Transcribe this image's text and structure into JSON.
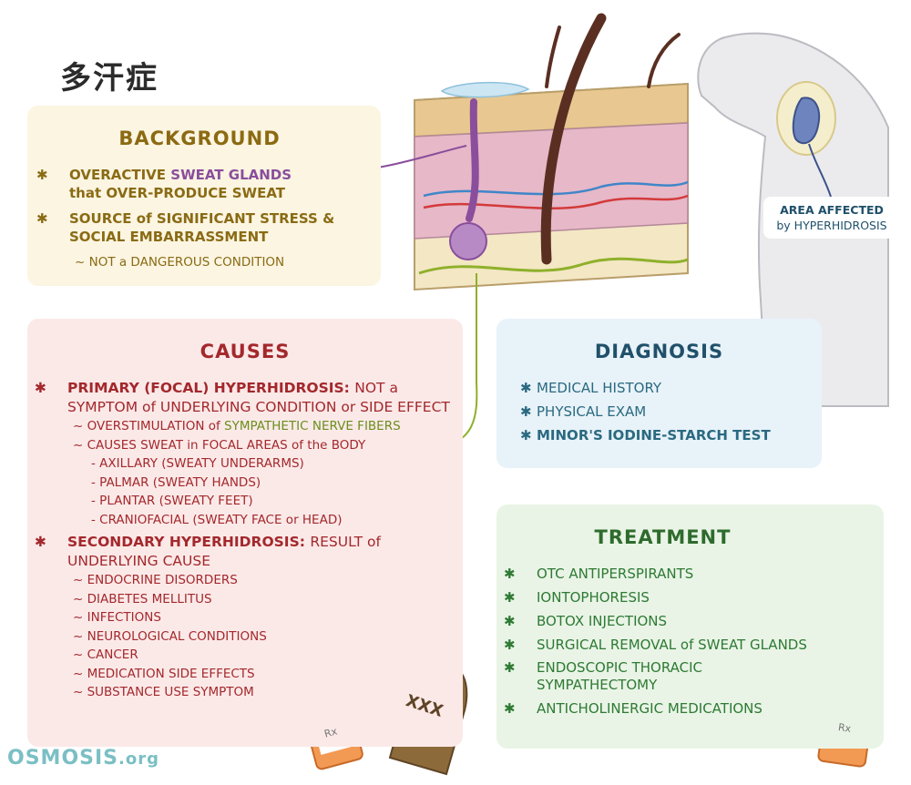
{
  "title": "多汗症",
  "background": {
    "heading": "BACKGROUND",
    "item1_pre": "OVERACTIVE ",
    "item1_highlight": "SWEAT GLANDS",
    "item1_post": "that OVER-PRODUCE SWEAT",
    "item2": "SOURCE of SIGNIFICANT STRESS & SOCIAL EMBARRASSMENT",
    "item2_sub": "NOT a DANGEROUS CONDITION"
  },
  "causes": {
    "heading": "CAUSES",
    "primary_title": "PRIMARY (FOCAL) HYPERHIDROSIS:",
    "primary_rest": "NOT a SYMPTOM of UNDERLYING CONDITION or SIDE EFFECT",
    "primary_sub1_pre": "OVERSTIMULATION of ",
    "primary_sub1_highlight": "SYMPATHETIC NERVE FIBERS",
    "primary_sub2": "CAUSES SWEAT in FOCAL AREAS of the BODY",
    "focal_areas": [
      "AXILLARY (SWEATY UNDERARMS)",
      "PALMAR (SWEATY HANDS)",
      "PLANTAR (SWEATY FEET)",
      "CRANIOFACIAL (SWEATY FACE or HEAD)"
    ],
    "secondary_title": "SECONDARY HYPERHIDROSIS:",
    "secondary_rest": "RESULT of UNDERLYING CAUSE",
    "secondary_items": [
      "ENDOCRINE DISORDERS",
      "DIABETES MELLITUS",
      "INFECTIONS",
      "NEUROLOGICAL CONDITIONS",
      "CANCER",
      "MEDICATION SIDE EFFECTS",
      "SUBSTANCE USE SYMPTOM"
    ]
  },
  "diagnosis": {
    "heading": "DIAGNOSIS",
    "items": [
      "MEDICAL HISTORY",
      "PHYSICAL EXAM",
      "MINOR'S IODINE-STARCH TEST"
    ]
  },
  "treatment": {
    "heading": "TREATMENT",
    "items": [
      "OTC ANTIPERSPIRANTS",
      "IONTOPHORESIS",
      "BOTOX INJECTIONS",
      "SURGICAL REMOVAL of SWEAT GLANDS",
      "ENDOSCOPIC THORACIC SYMPATHECTOMY",
      "ANTICHOLINERGIC MEDICATIONS"
    ]
  },
  "area_label": {
    "line1": "AREA AFFECTED",
    "line2": "by HYPERHIDROSIS"
  },
  "bottle_label": "XXX",
  "rx_label": "Rx",
  "logo": {
    "brand": "OSMOSIS",
    "suffix": ".org"
  },
  "colors": {
    "background_panel": "#fbf5e2",
    "causes_panel": "#fbe9e8",
    "diagnosis_panel": "#e8f2f9",
    "treatment_panel": "#e9f4e6",
    "sweat_gland": "#8a4e9c",
    "nerve": "#8fb02a"
  }
}
